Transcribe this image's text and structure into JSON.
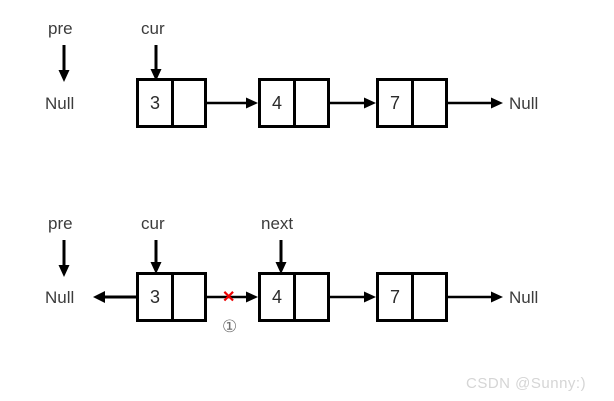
{
  "figure": {
    "title": "Linked list reversal step diagram",
    "colors": {
      "stroke": "#000000",
      "text": "#3c3c3c",
      "cut_marker": "#ee0000",
      "watermark": "#d5d5d5"
    }
  },
  "rows": [
    {
      "id": "before",
      "pointers": [
        {
          "name": "pre",
          "label": "pre"
        },
        {
          "name": "cur",
          "label": "cur"
        }
      ],
      "left_terminal": "Null",
      "right_terminal": "Null",
      "nodes": [
        {
          "value": "3"
        },
        {
          "value": "4"
        },
        {
          "value": "7"
        }
      ]
    },
    {
      "id": "after",
      "pointers": [
        {
          "name": "pre",
          "label": "pre"
        },
        {
          "name": "cur",
          "label": "cur"
        },
        {
          "name": "next",
          "label": "next"
        }
      ],
      "left_terminal": "Null",
      "right_terminal": "Null",
      "nodes": [
        {
          "value": "3"
        },
        {
          "value": "4"
        },
        {
          "value": "7"
        }
      ],
      "cut": {
        "marker": "✕",
        "step_label": "①"
      }
    }
  ],
  "watermark": {
    "text": "CSDN @Sunny:)"
  }
}
